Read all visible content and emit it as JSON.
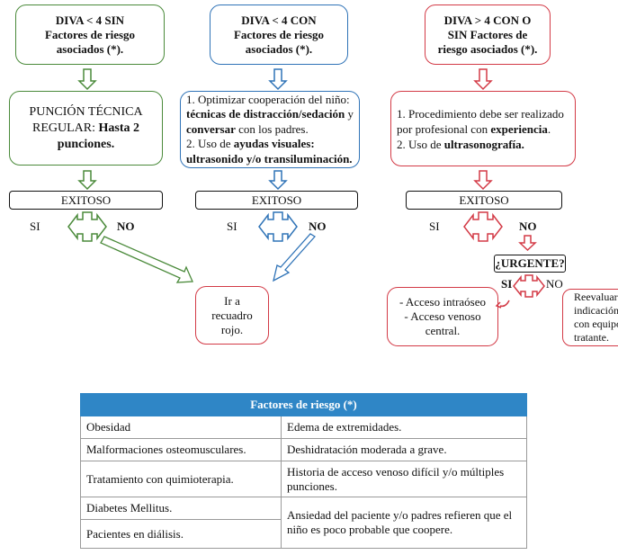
{
  "columns": {
    "left": {
      "header": {
        "line1": "DIVA < 4 SIN",
        "line2": "Factores de riesgo",
        "line3": "asociados (*)."
      },
      "action": {
        "line1": "PUNCIÓN TÉCNICA",
        "line2a": "REGULAR: ",
        "line2b": "Hasta 2",
        "line3": "punciones."
      },
      "result": "EXITOSO",
      "yes": "SI",
      "no": "NO"
    },
    "middle": {
      "header": {
        "line1": "DIVA < 4 CON",
        "line2": "Factores de riesgo",
        "line3": "asociados (*)."
      },
      "action": {
        "l1": "1. Optimizar cooperación del niño:",
        "l2a": "técnicas de distracción/sedación",
        "l2b": " y",
        "l3a": "conversar",
        "l3b": " con los padres.",
        "l4a": "2. Uso de ",
        "l4b": "ayudas visuales:",
        "l5": "ultrasonido y/o transiluminación."
      },
      "result": "EXITOSO",
      "yes": "SI",
      "no": "NO"
    },
    "right": {
      "header": {
        "line1": "DIVA > 4 CON O",
        "line2": "SIN Factores de",
        "line3": "riesgo asociados (*)."
      },
      "action": {
        "l1": "1. Procedimiento debe ser realizado",
        "l2a": "por  profesional con ",
        "l2b": "experiencia",
        "l2c": ".",
        "l3a": "2. Uso de ",
        "l3b": "ultrasonografía."
      },
      "result": "EXITOSO",
      "yes": "SI",
      "no": "NO",
      "urgent": "¿URGENTE?",
      "urgent_yes": "SI",
      "urgent_no": "NO",
      "access": {
        "l1": "- Acceso intraóseo",
        "l2": "- Acceso venoso",
        "l3": "central."
      },
      "reevaluate": {
        "l1": "Reevaluar",
        "l2": "indicación",
        "l3": "con equipo",
        "l4": "tratante."
      }
    },
    "center": {
      "call": {
        "l1": "Ir a",
        "l2": "recuadro",
        "l3": "rojo."
      }
    }
  },
  "colors": {
    "green": "#4a8a3a",
    "blue": "#2f73b7",
    "red": "#d33a46",
    "table_header": "#2f86c6"
  },
  "risk_table": {
    "title": "Factores de riesgo (*)",
    "rows": [
      [
        "Obesidad",
        "Edema de extremidades."
      ],
      [
        "Malformaciones osteomusculares.",
        "Deshidratación moderada a grave."
      ],
      [
        "Tratamiento con quimioterapia.",
        "Historia de acceso venoso difícil y/o múltiples punciones."
      ],
      [
        "Diabetes Mellitus.",
        "Ansiedad del paciente y/o padres refieren que el niño es poco probable que coopere."
      ],
      [
        "Pacientes en diálisis.",
        ""
      ]
    ]
  }
}
